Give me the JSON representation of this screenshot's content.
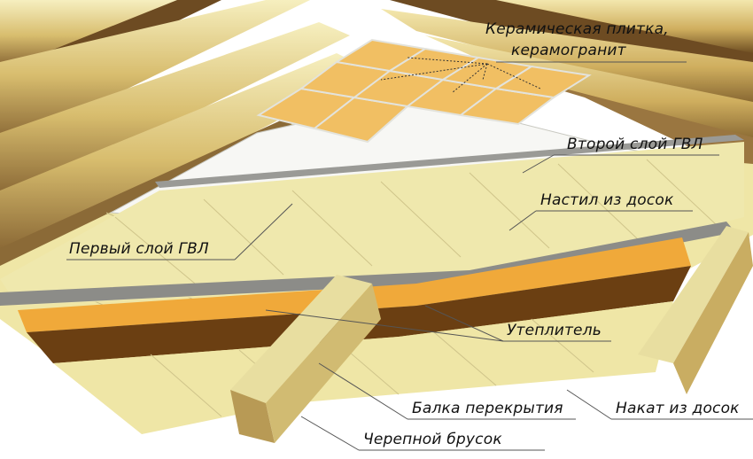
{
  "labels": {
    "tile_line1": "Керамическая плитка,",
    "tile_line2": "керамогранит",
    "gvl_second": "Второй слой ГВЛ",
    "boards_deck": "Настил из досок",
    "gvl_first": "Первый слой ГВЛ",
    "insulation": "Утеплитель",
    "beam": "Балка перекрытия",
    "boards_roll": "Накат из досок",
    "cranial_bar": "Черепной брусок"
  },
  "colors": {
    "wood_light": "#efe6a6",
    "wood_mid": "#d9c27a",
    "wood_dark": "#8a6a3a",
    "tile": "#f1bf63",
    "gvl": "#f7f7f4",
    "insulation_orange": "#f0a93a",
    "insulation_brown": "#6b3f12",
    "gray_layer": "#8c8c88"
  }
}
